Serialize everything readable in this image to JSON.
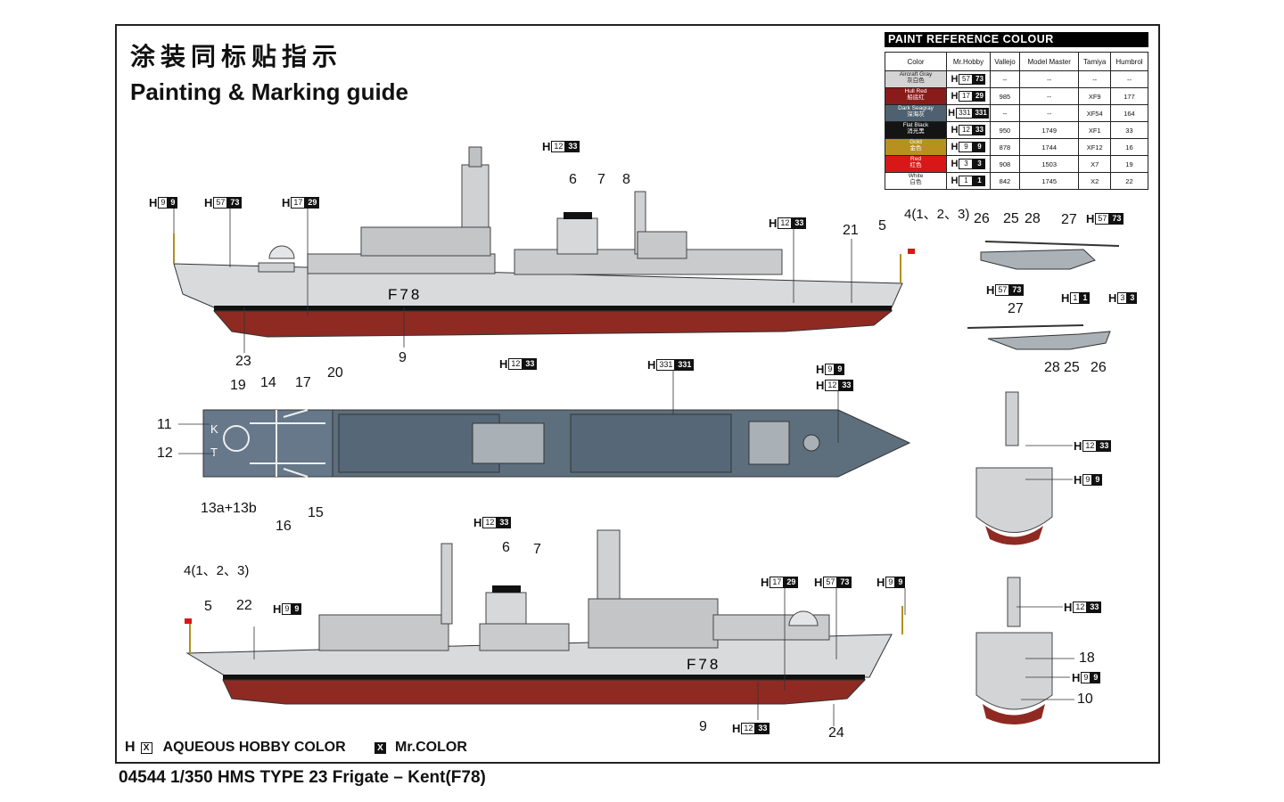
{
  "header": {
    "title_cn": "涂装同标贴指示",
    "title_en": "Painting & Marking guide"
  },
  "paint_table": {
    "title": "PAINT  REFERENCE COLOUR",
    "columns": [
      "Color",
      "Mr.Hobby",
      "Vallejo",
      "Model Master",
      "Tamiya",
      "Humbrol"
    ],
    "rows": [
      {
        "color_en": "Aircraft Gray",
        "color_cn": "灰白色",
        "swatch": "#d4d4d4",
        "text_dark": true,
        "h1": "57",
        "h2": "73",
        "vallejo": "--",
        "model_master": "--",
        "tamiya": "--",
        "humbrol": "--"
      },
      {
        "color_en": "Hull Red",
        "color_cn": "船底红",
        "swatch": "#8a1b1b",
        "text_dark": false,
        "h1": "17",
        "h2": "29",
        "vallejo": "985",
        "model_master": "--",
        "tamiya": "XF9",
        "humbrol": "177"
      },
      {
        "color_en": "Dark Seagray",
        "color_cn": "深海灰",
        "swatch": "#4f6170",
        "text_dark": false,
        "h1": "331",
        "h2": "331",
        "vallejo": "--",
        "model_master": "--",
        "tamiya": "XF54",
        "humbrol": "164"
      },
      {
        "color_en": "Flat Black",
        "color_cn": "消光黑",
        "swatch": "#141414",
        "text_dark": false,
        "h1": "12",
        "h2": "33",
        "vallejo": "950",
        "model_master": "1749",
        "tamiya": "XF1",
        "humbrol": "33"
      },
      {
        "color_en": "Gold",
        "color_cn": "金色",
        "swatch": "#b8901e",
        "text_dark": false,
        "h1": "9",
        "h2": "9",
        "vallejo": "878",
        "model_master": "1744",
        "tamiya": "XF12",
        "humbrol": "16"
      },
      {
        "color_en": "Red",
        "color_cn": "红色",
        "swatch": "#d81818",
        "text_dark": false,
        "h1": "3",
        "h2": "3",
        "vallejo": "908",
        "model_master": "1503",
        "tamiya": "X7",
        "humbrol": "19"
      },
      {
        "color_en": "White",
        "color_cn": "白色",
        "swatch": "#ffffff",
        "text_dark": true,
        "h1": "1",
        "h2": "1",
        "vallejo": "842",
        "model_master": "1745",
        "tamiya": "X2",
        "humbrol": "22"
      }
    ]
  },
  "hull_marking": "F78",
  "callouts": {
    "top_side": {
      "n9": "9",
      "n23": "23",
      "n6": "6",
      "n7": "7",
      "n8": "8",
      "n21": "21",
      "n5": "5",
      "n4": "4(1、2、3)"
    },
    "deck": {
      "n11": "11",
      "n12": "12",
      "n19": "19",
      "n14": "14",
      "n17": "17",
      "n20": "20",
      "n13": "13a+13b",
      "n16": "16",
      "n15": "15",
      "kt": "K",
      "kt2": "T"
    },
    "bottom_side": {
      "n4": "4(1、2、3)",
      "n5": "5",
      "n22": "22",
      "n6": "6",
      "n7": "7",
      "n9": "9",
      "n24": "24"
    },
    "heli": {
      "n26a": "26",
      "n25a": "25",
      "n28a": "28",
      "n27a": "27",
      "n27b": "27",
      "n28b": "28",
      "n25b": "25",
      "n26b": "26"
    },
    "front": {
      "n18": "18",
      "n10": "10"
    }
  },
  "legend": {
    "hobby_prefix": "H",
    "hobby_mark": "X",
    "hobby_label": "AQUEOUS HOBBY COLOR",
    "mr_mark": "X",
    "mr_label": "Mr.COLOR"
  },
  "footer": "04544   1/350   HMS TYPE 23 Frigate – Kent(F78)"
}
